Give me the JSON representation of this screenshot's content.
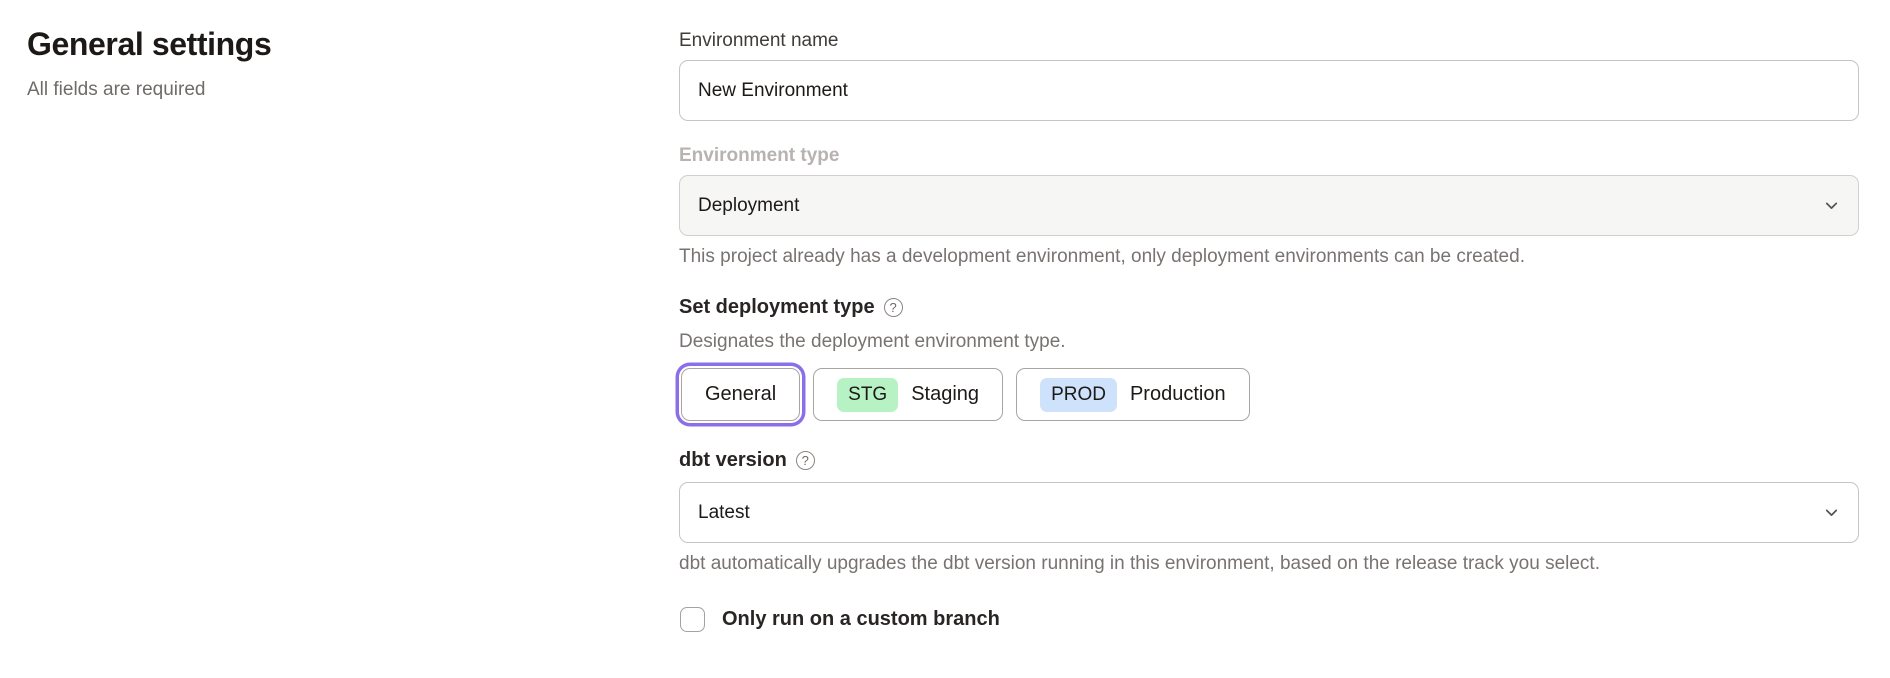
{
  "header": {
    "title": "General settings",
    "subtitle": "All fields are required"
  },
  "form": {
    "environment_name": {
      "label": "Environment name",
      "value": "New Environment"
    },
    "environment_type": {
      "label": "Environment type",
      "selected_value": "Deployment",
      "disabled": true,
      "helper": "This project already has a development environment, only deployment environments can be created."
    },
    "deployment_type": {
      "label": "Set deployment type",
      "help_icon": "?",
      "description": "Designates the deployment environment type.",
      "options": [
        {
          "label": "General",
          "badge": "",
          "selected": true
        },
        {
          "label": "Staging",
          "badge": "STG",
          "selected": false
        },
        {
          "label": "Production",
          "badge": "PROD",
          "selected": false
        }
      ]
    },
    "dbt_version": {
      "label": "dbt version",
      "help_icon": "?",
      "selected_value": "Latest",
      "helper": "dbt automatically upgrades the dbt version running in this environment, based on the release track you select."
    },
    "custom_branch": {
      "label": "Only run on a custom branch",
      "checked": false
    }
  },
  "colors": {
    "accent_purple": "#8b6fe9",
    "staging_badge_green": "#b7f2c4",
    "production_badge_blue": "#cfe2fb",
    "disabled_field_bg": "#f6f6f5",
    "border_gray": "#c8c4c1",
    "text_dark": "#1c1917",
    "text_muted": "#787370",
    "text_disabled_label": "#b8b3b1"
  }
}
